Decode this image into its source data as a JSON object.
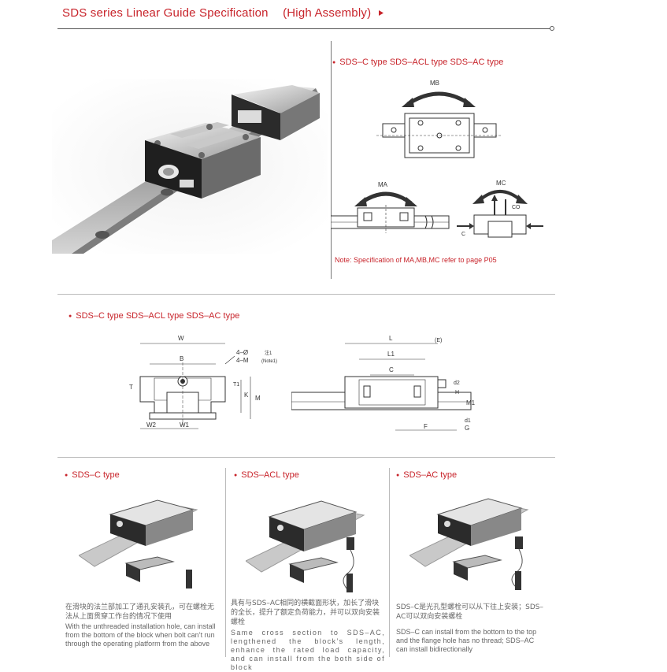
{
  "header": {
    "title": "SDS series Linear Guide Specification",
    "subtitle": "(High Assembly)",
    "arrow_icon": "triangle-right-icon"
  },
  "moment_diagram": {
    "heading": "SDS–C type SDS–ACL type SDS–AC type",
    "label_mb": "MB",
    "label_ma": "MA",
    "label_mc": "MC",
    "label_co": "CO",
    "label_c": "C",
    "note": "Note: Specification of MA,MB,MC refer to page P05"
  },
  "dimension_section": {
    "heading": "SDS–C type SDS–ACL type SDS–AC type",
    "labels": {
      "W": "W",
      "B": "B",
      "holes": "4–Ø",
      "threads": "4–M",
      "note_cn": "注1",
      "note_en": "(Note1)",
      "T": "T",
      "T1": "T1",
      "K": "K",
      "M": "M",
      "W2": "W2",
      "W1": "W1",
      "L": "L",
      "E": "(E)",
      "L1": "L1",
      "C": "C",
      "d2": "d2",
      "M1": "M1",
      "d1": "d1",
      "F": "F",
      "G": "G",
      "H": "H"
    }
  },
  "types": [
    {
      "heading": "SDS–C type",
      "text_cn": "在滑块的法兰部加工了通孔安装孔，可在螺栓无法从上面贯穿工作台的情况下使用",
      "text_en": "With the unthreaded installation hole, can install from the bottom of the block when bolt can’t run through the operating platform from the above"
    },
    {
      "heading": "SDS–ACL type",
      "text_cn": "具有与SDS–AC相同的横截面形状，加长了滑块的全长，提升了额定负荷能力，并可以双向安装螺栓",
      "text_en": "Same cross section to SDS–AC, lengthened the block’s length, enhance the rated load capacity, and can install from the both side of block"
    },
    {
      "heading": "SDS–AC type",
      "text_cn": "SDS–C是光孔型螺栓可以从下往上安装；SDS–AC可以双向安装螺栓",
      "text_en": "SDS–C can install from the bottom to the top and the flange hole has no thread; SDS–AC can install bidirectionally"
    }
  ]
}
